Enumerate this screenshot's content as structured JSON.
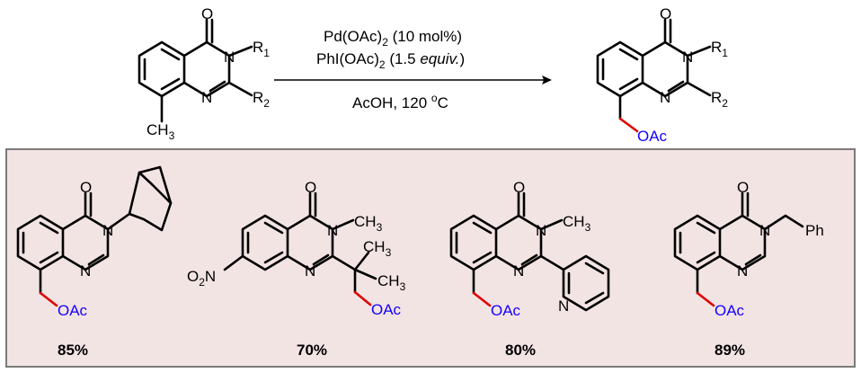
{
  "reaction": {
    "reagent1_pre": "Pd(OAc)",
    "reagent1_sub": "2",
    "reagent1_post": " (10 mol%)",
    "reagent2_pre": "PhI(OAc)",
    "reagent2_sub": "2",
    "reagent2_mid": " (1.5 ",
    "reagent2_equiv": "equiv.",
    "reagent2_post": ")",
    "conditions_pre": "AcOH, 120 ",
    "conditions_sup": "o",
    "conditions_post": "C"
  },
  "atoms": {
    "O": "O",
    "N": "N",
    "R": "R",
    "R1_sub": "1",
    "R2_sub": "2",
    "CH": "CH",
    "CH3_sub": "3",
    "OAc": "OAc",
    "O2N_O": "O",
    "O2N_sub": "2",
    "O2N_N": "N",
    "Ph": "Ph"
  },
  "examples": [
    {
      "yield": "85%"
    },
    {
      "yield": "70%"
    },
    {
      "yield": "80%"
    },
    {
      "yield": "89%"
    }
  ],
  "colors": {
    "panel_fill": "#f3e4e4",
    "panel_border": "#7a7a7a",
    "oac_text": "#1400ff",
    "ch2o_bond": "#e00000"
  }
}
